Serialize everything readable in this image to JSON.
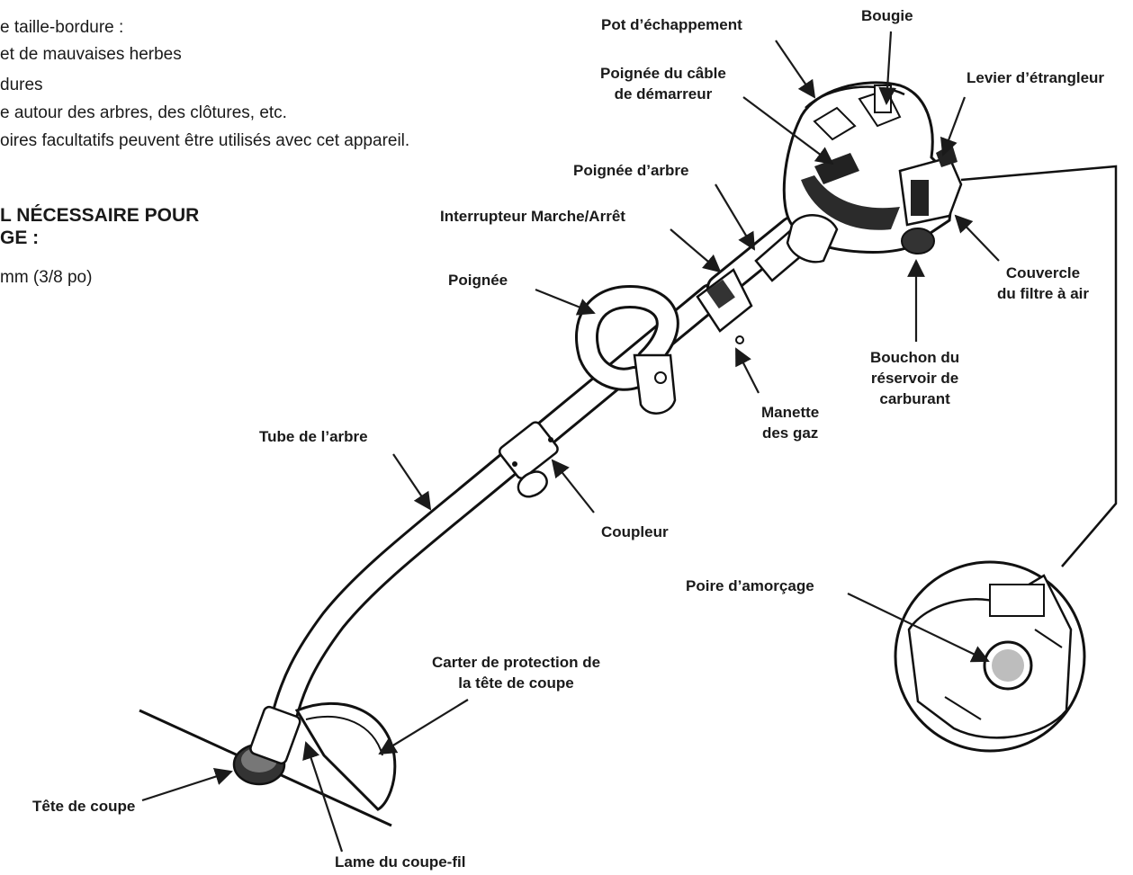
{
  "intro": {
    "lines": [
      "e taille-bordure :",
      " et de mauvaises herbes",
      "dures",
      "e autour des arbres, des clôtures, etc.",
      "oires facultatifs peuvent être utilisés avec cet appareil."
    ]
  },
  "tools": {
    "heading_line1": "L NÉCESSAIRE POUR",
    "heading_line2": "GE :",
    "item": " mm (3/8 po)"
  },
  "diagram": {
    "labels": {
      "pot_echappement": "Pot d’échappement",
      "bougie": "Bougie",
      "poignee_cable_l1": "Poignée du câble",
      "poignee_cable_l2": "de démarreur",
      "levier_etrangleur": "Levier d’étrangleur",
      "poignee_arbre": "Poignée d’arbre",
      "interrupteur": "Interrupteur Marche/Arrêt",
      "poignee": "Poignée",
      "couvercle_l1": "Couvercle",
      "couvercle_l2": "du filtre à air",
      "bouchon_l1": "Bouchon du",
      "bouchon_l2": "réservoir de",
      "bouchon_l3": "carburant",
      "manette_l1": "Manette",
      "manette_l2": "des gaz",
      "tube": "Tube de l’arbre",
      "coupleur": "Coupleur",
      "poire": "Poire d’amorçage",
      "carter_l1": "Carter de protection de",
      "carter_l2": "la tête de coupe",
      "tete": "Tête de coupe",
      "lame": "Lame du coupe-fil"
    }
  }
}
